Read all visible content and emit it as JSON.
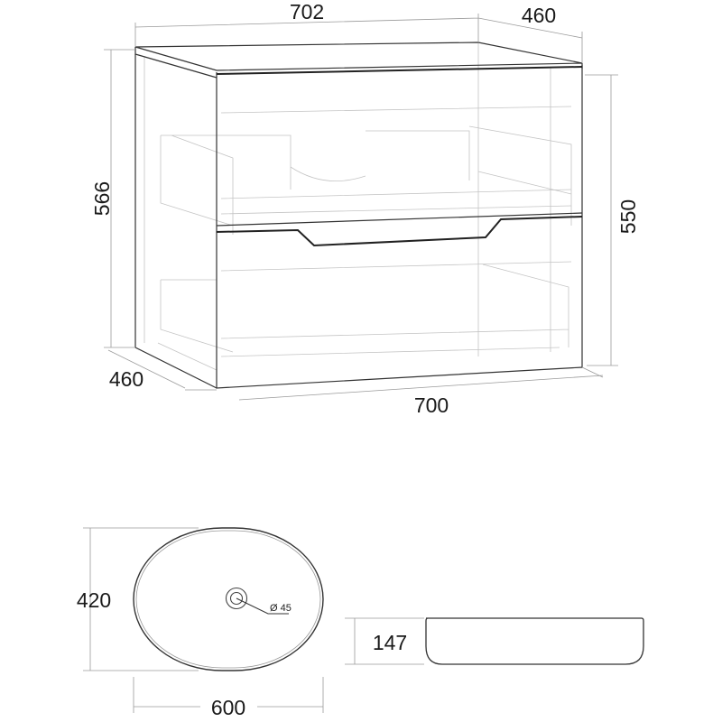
{
  "cabinet": {
    "width_top_label": "702",
    "depth_top_label": "460",
    "height_left_label": "566",
    "height_right_label": "550",
    "depth_bottom_label": "460",
    "width_bottom_label": "700"
  },
  "sink": {
    "depth_label": "420",
    "width_label": "600",
    "drain_label": "Ø 45",
    "height_label": "147"
  }
}
